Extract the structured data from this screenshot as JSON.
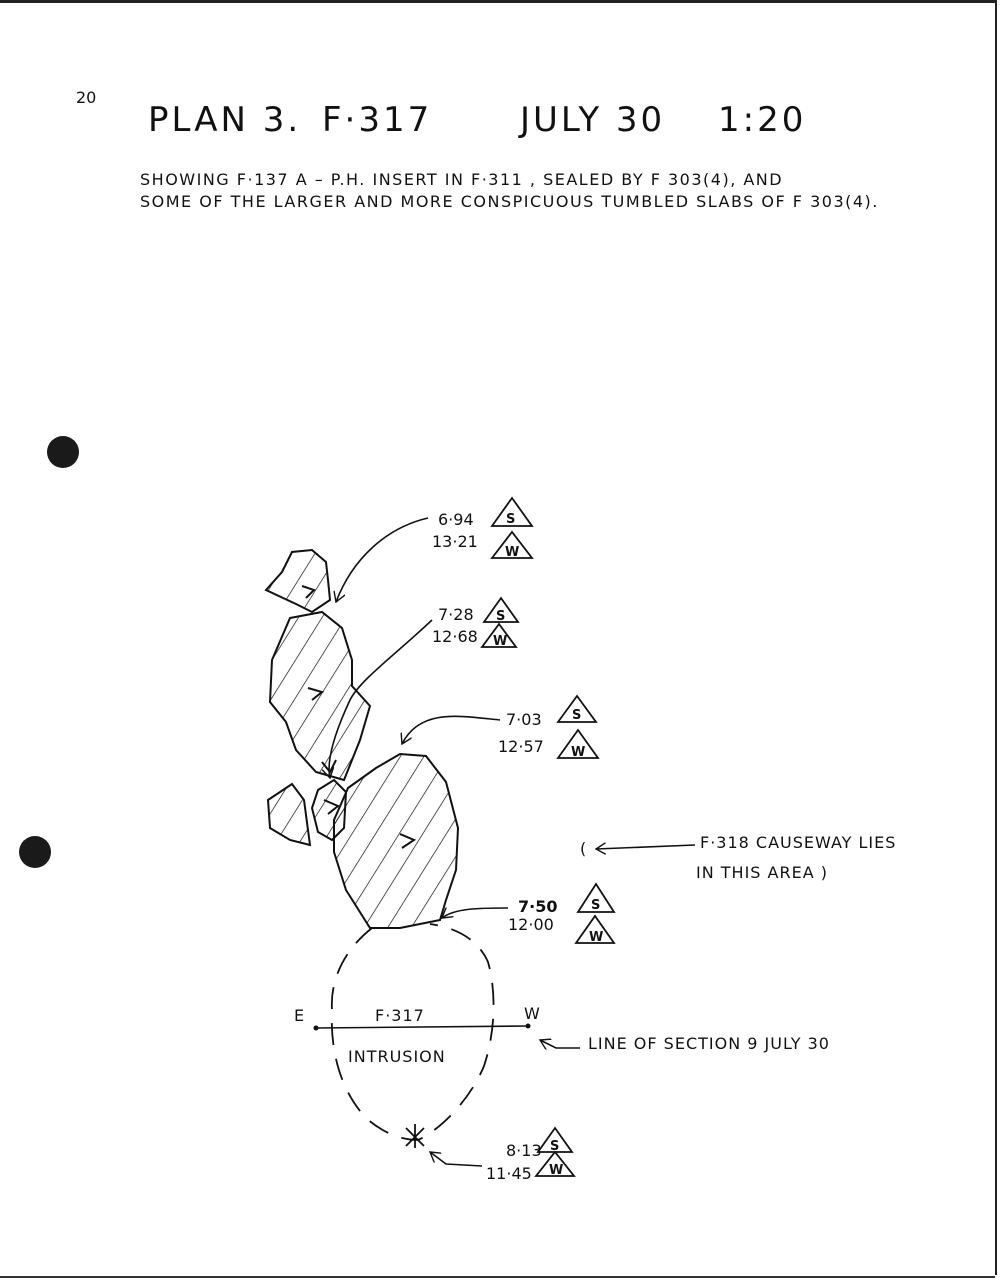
{
  "page_number": "20",
  "title": {
    "plan": "PLAN 3.",
    "feature": "F·317",
    "date": "JULY 30",
    "scale": "1:20"
  },
  "subtitle": {
    "line1": "SHOWING  F·137  A – P.H. INSERT   IN   F·311 , SEALED BY  F  303(4), AND",
    "line2": "SOME OF THE LARGER AND MORE CONSPICUOUS TUMBLED SLABS OF F 303(4)."
  },
  "levels": [
    {
      "upper": "6·94",
      "lower": "13·21",
      "upper_tag": "S",
      "lower_tag": "W"
    },
    {
      "upper": "7·28",
      "lower": "12·68",
      "upper_tag": "S",
      "lower_tag": "W"
    },
    {
      "upper": "7·03",
      "lower": "12·57",
      "upper_tag": "S",
      "lower_tag": "W"
    },
    {
      "upper": "7·50",
      "lower": "12·00",
      "upper_tag": "S",
      "lower_tag": "W"
    },
    {
      "upper": "8·13",
      "lower": "11·45",
      "upper_tag": "S",
      "lower_tag": "W"
    }
  ],
  "annotations": {
    "causeway_line1": "F·318  CAUSEWAY LIES",
    "causeway_line2": "IN THIS AREA )",
    "section_line": "LINE OF SECTION 9   JULY 30",
    "east": "E",
    "west": "W",
    "feature_label": "F·317",
    "intrusion_label": "INTRUSION"
  }
}
